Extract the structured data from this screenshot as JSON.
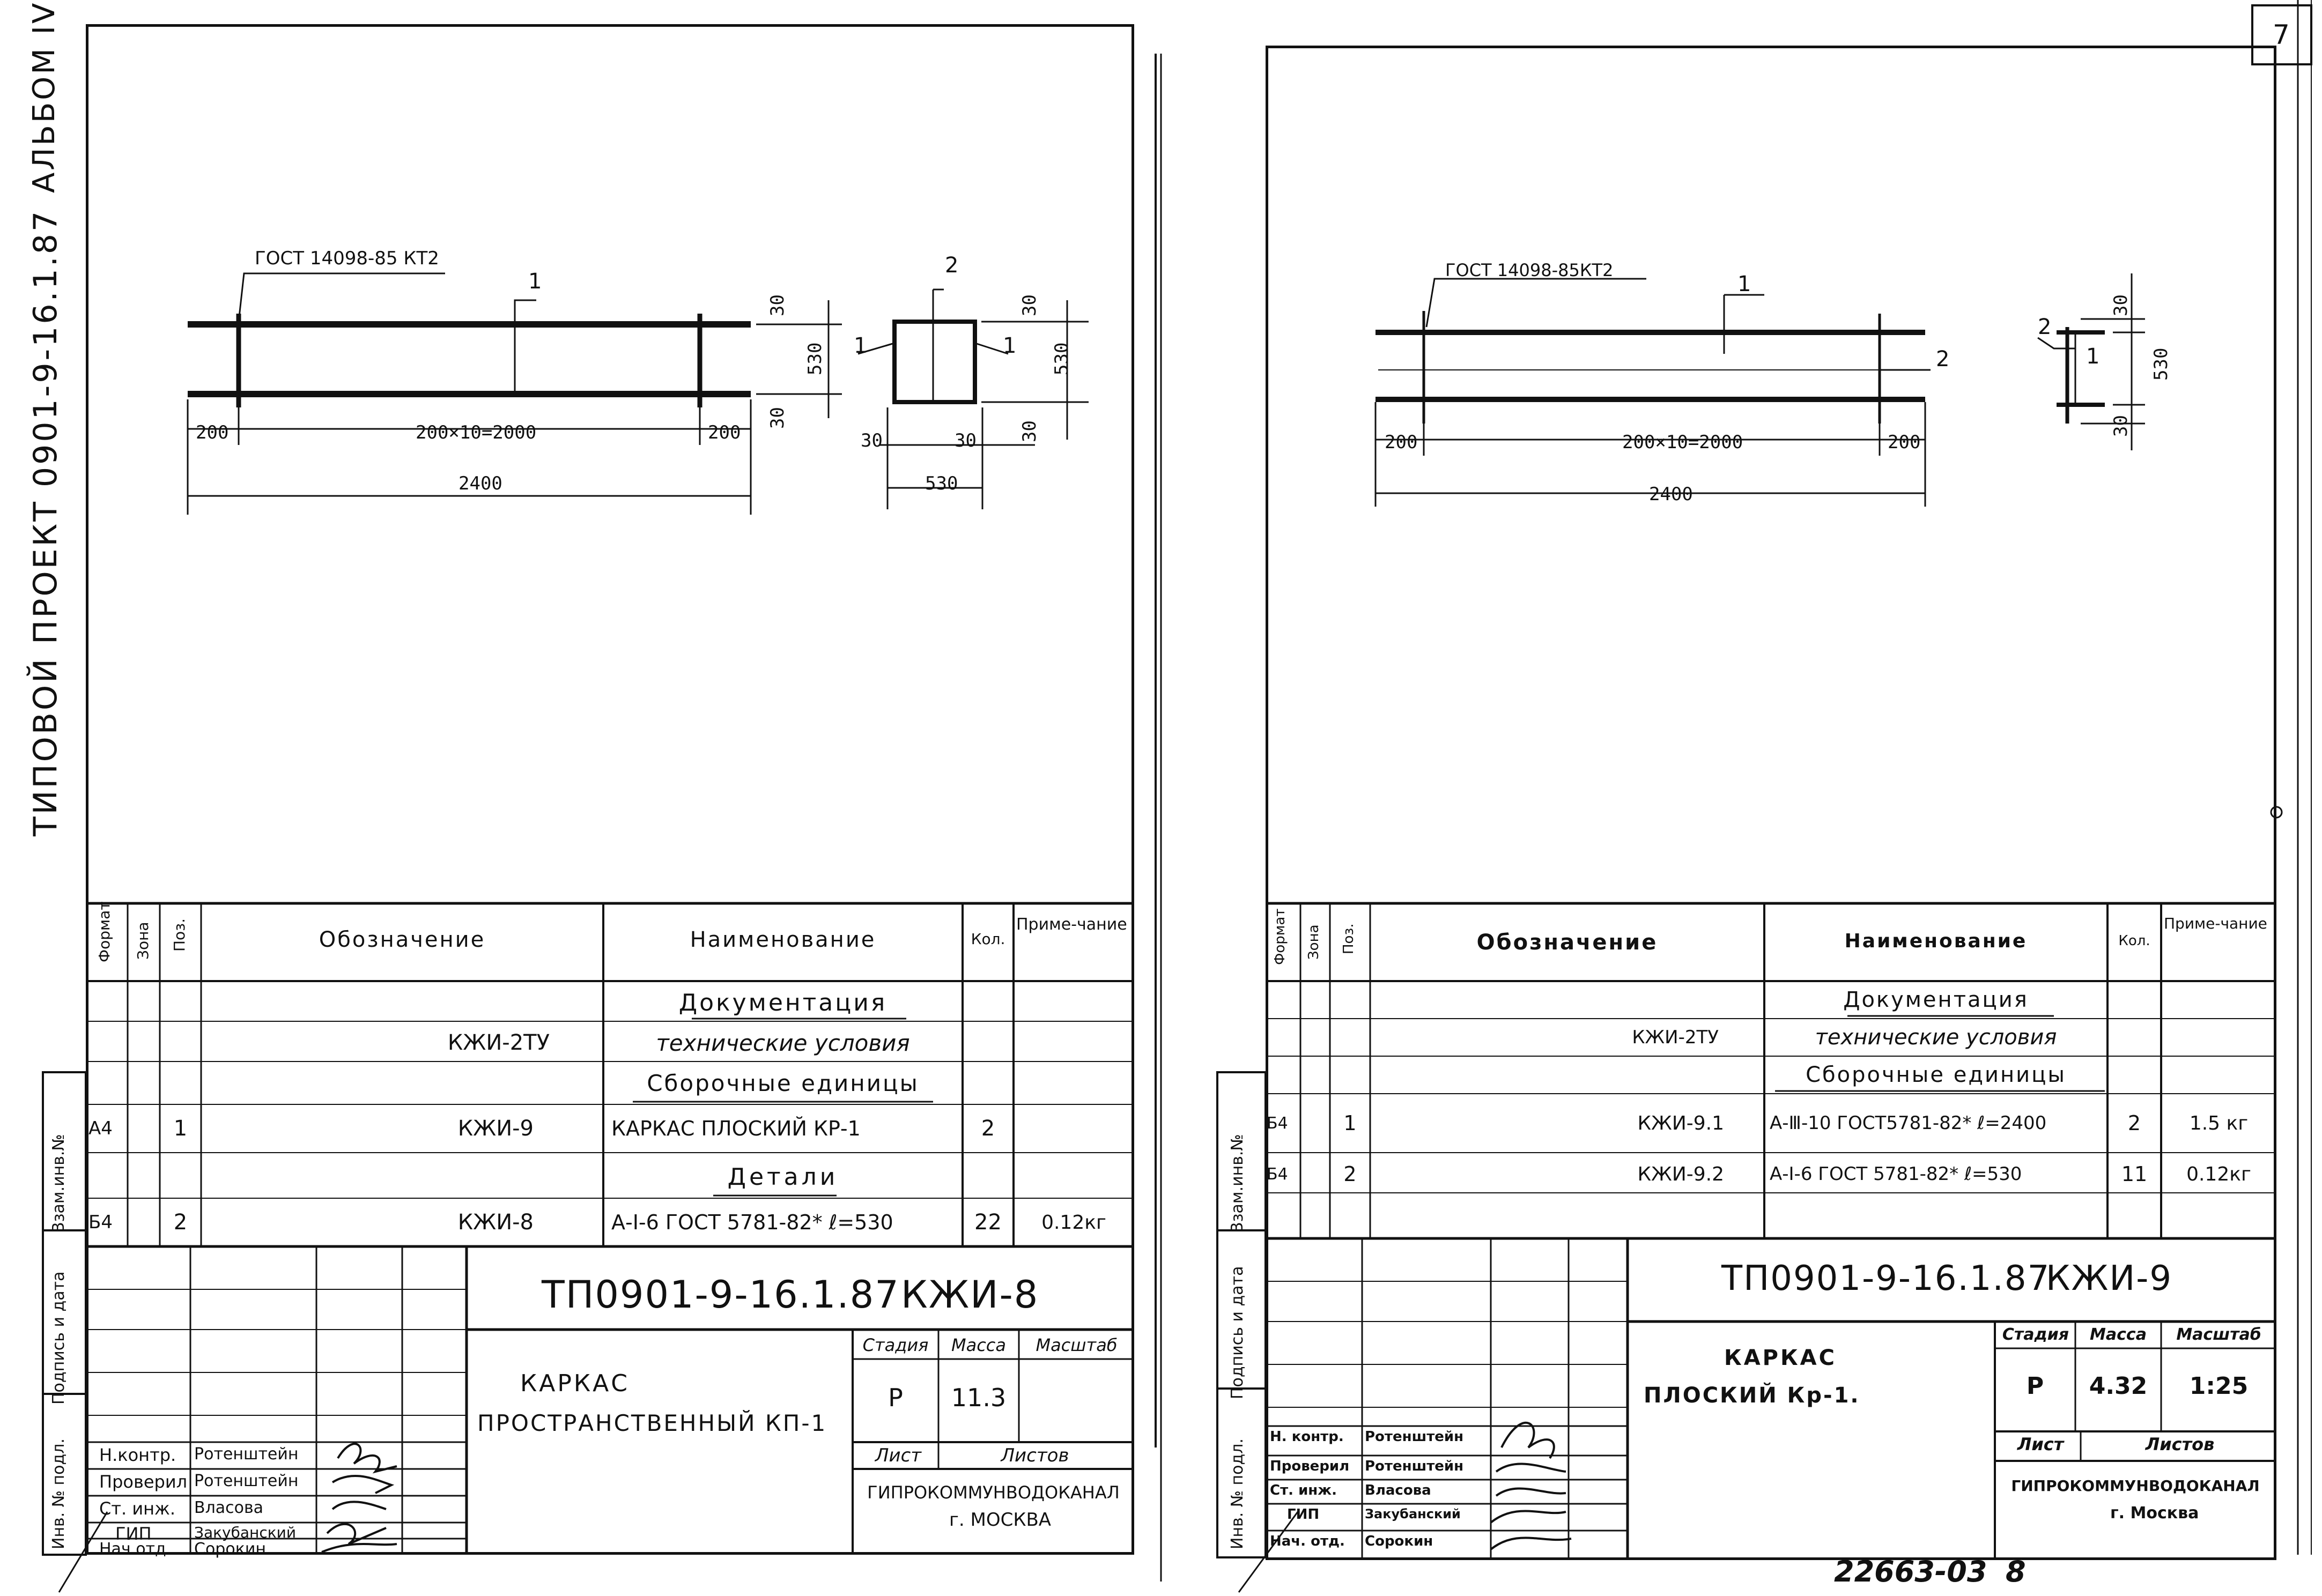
{
  "margin": {
    "project_label": "ТИПОВОЙ ПРОЕКТ 0901-9-16.1.87",
    "album_label": "АЛЬБОМ IV",
    "left_side_labels": [
      "Инв. № подл.",
      "Подпись и дата",
      "Взам.инв.№"
    ]
  },
  "left_sheet": {
    "drawing": {
      "gost_note": "ГОСТ 14098-85 КТ2",
      "pos_labels": [
        "1",
        "2",
        "1",
        "1"
      ],
      "dims": {
        "d200_left": "200",
        "d_mid": "200×10=2000",
        "d200_right": "200",
        "d2400": "2400",
        "d30_a": "30",
        "d530_v": "530",
        "d30_b": "30",
        "d30_c": "30",
        "d30_d": "30",
        "d530_h": "530",
        "d30_e": "30",
        "d530_v2": "530",
        "d30_f": "30"
      }
    },
    "table": {
      "headers": {
        "format": "Формат",
        "zone": "Зона",
        "pos": "Поз.",
        "designation": "Обозначение",
        "name": "Наименование",
        "qty": "Кол.",
        "note": "Приме-чание"
      },
      "rows": [
        {
          "format": "",
          "pos": "",
          "designation": "",
          "name": "Документация",
          "qty": "",
          "note": "",
          "section": true
        },
        {
          "format": "",
          "pos": "",
          "designation": "КЖИ-2ТУ",
          "name": "технические условия",
          "qty": "",
          "note": ""
        },
        {
          "format": "",
          "pos": "",
          "designation": "",
          "name": "Сборочные единицы",
          "qty": "",
          "note": "",
          "section": true
        },
        {
          "format": "А4",
          "pos": "1",
          "designation": "КЖИ-9",
          "name": "КАРКАС ПЛОСКИЙ КР-1",
          "qty": "2",
          "note": ""
        },
        {
          "format": "",
          "pos": "",
          "designation": "",
          "name": "Детали",
          "qty": "",
          "note": "",
          "section": true
        },
        {
          "format": "Б4",
          "pos": "2",
          "designation": "КЖИ-8",
          "name": "А-I-6 ГОСТ 5781-82* ℓ=530",
          "qty": "22",
          "note": "0.12кг"
        }
      ]
    },
    "stamp": {
      "doc_code": "ТП0901-9-16.1.87",
      "doc_mark": "КЖИ-8",
      "title_line1": "КАРКАС",
      "title_line2": "ПРОСТРАНСТВЕННЫЙ КП-1",
      "stage_label": "Стадия",
      "mass_label": "Масса",
      "scale_label": "Масштаб",
      "stage": "Р",
      "mass": "11.3",
      "scale": "",
      "sheet_label": "Лист",
      "sheets_label": "Листов",
      "org_line1": "ГИПРОКОММУНВОДОКАНАЛ",
      "org_line2": "г. МОСКВА",
      "roles": [
        "Н.контр.",
        "Проверил",
        "Ст. инж.",
        "ГИП",
        "Нач.отд."
      ],
      "names": [
        "Ротенштейн",
        "Ротенштейн",
        "Власова",
        "Закубанский",
        "Сорокин"
      ]
    }
  },
  "right_sheet": {
    "corner_mark": "7",
    "drawing": {
      "gost_note": "ГОСТ 14098-85КТ2",
      "pos_labels": [
        "1",
        "2",
        "2",
        "1"
      ],
      "dims": {
        "d200_left": "200",
        "d_mid": "200×10=2000",
        "d200_right": "200",
        "d2400": "2400",
        "d30_a": "30",
        "d530_v": "530",
        "d30_b": "30"
      }
    },
    "table": {
      "headers": {
        "format": "Формат",
        "zone": "Зона",
        "pos": "Поз.",
        "designation": "Обозначение",
        "name": "Наименование",
        "qty": "Кол.",
        "note": "Приме-чание"
      },
      "rows": [
        {
          "format": "",
          "pos": "",
          "designation": "",
          "name": "Документация",
          "qty": "",
          "note": "",
          "section": true
        },
        {
          "format": "",
          "pos": "",
          "designation": "КЖИ-2ТУ",
          "name": "технические условия",
          "qty": "",
          "note": ""
        },
        {
          "format": "",
          "pos": "",
          "designation": "",
          "name": "Сборочные единицы",
          "qty": "",
          "note": "",
          "section": true
        },
        {
          "format": "Б4",
          "pos": "1",
          "designation": "КЖИ-9.1",
          "name": "А-Ⅲ-10 ГОСТ5781-82* ℓ=2400",
          "qty": "2",
          "note": "1.5 кг"
        },
        {
          "format": "Б4",
          "pos": "2",
          "designation": "КЖИ-9.2",
          "name": "А-I-6 ГОСТ 5781-82* ℓ=530",
          "qty": "11",
          "note": "0.12кг"
        },
        {
          "format": "",
          "pos": "",
          "designation": "",
          "name": "",
          "qty": "",
          "note": ""
        }
      ]
    },
    "stamp": {
      "doc_code": "ТП0901-9-16.1.87",
      "doc_mark": "КЖИ-9",
      "title_line1": "КАРКАС",
      "title_line2": "ПЛОСКИЙ Кр-1.",
      "stage_label": "Стадия",
      "mass_label": "Масса",
      "scale_label": "Масштаб",
      "stage": "Р",
      "mass": "4.32",
      "scale": "1:25",
      "sheet_label": "Лист",
      "sheets_label": "Листов",
      "org_line1": "ГИПРОКОММУНВОДОКАНАЛ",
      "org_line2": "г. Москва",
      "roles": [
        "Н. контр.",
        "Проверил",
        "Ст. инж.",
        "ГИП",
        "Нач. отд."
      ],
      "names": [
        "Ротенштейн",
        "Ротенштейн",
        "Власова",
        "Закубанский",
        "Сорокин"
      ]
    },
    "bottom_code": "22663-03",
    "bottom_num": "8"
  }
}
